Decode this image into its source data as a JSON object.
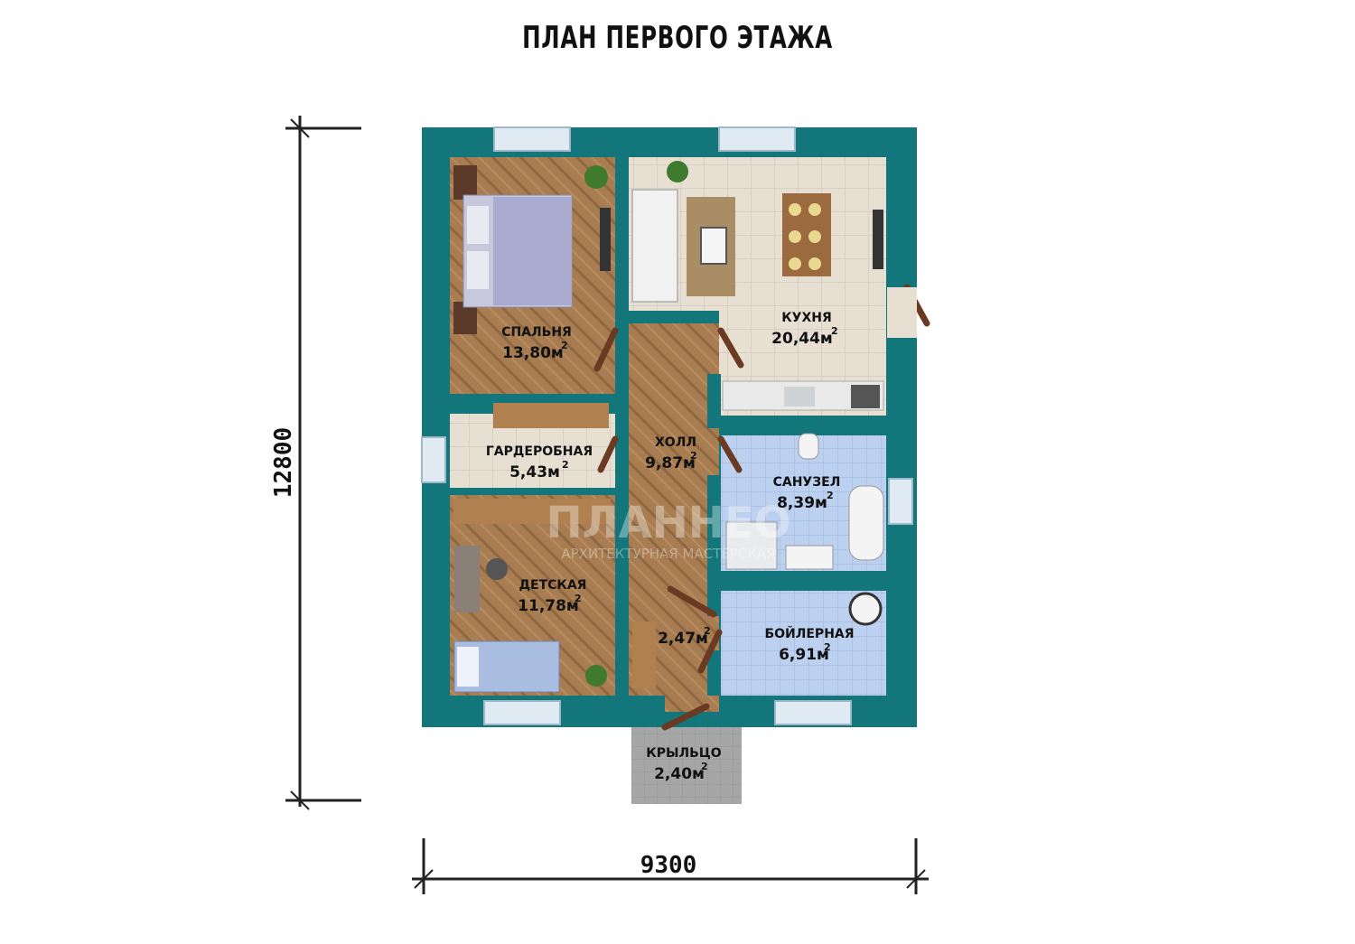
{
  "title": "ПЛАН ПЕРВОГО ЭТАЖА",
  "dimensions": {
    "width": "9300",
    "height": "12800"
  },
  "rooms": {
    "bedroom": {
      "name": "СПАЛЬНЯ",
      "area": "13,80м"
    },
    "kitchen": {
      "name": "КУХНЯ",
      "area": "20,44м"
    },
    "wardrobe": {
      "name": "ГАРДЕРОБНАЯ",
      "area": "5,43м"
    },
    "hall": {
      "name": "ХОЛЛ",
      "area": "9,87м"
    },
    "bathroom": {
      "name": "САНУЗЕЛ",
      "area": "8,39м"
    },
    "kids": {
      "name": "ДЕТСКАЯ",
      "area": "11,78м"
    },
    "closet": {
      "name": "",
      "area": "2,47м"
    },
    "boiler": {
      "name": "БОЙЛЕРНАЯ",
      "area": "6,91м"
    },
    "porch": {
      "name": "КРЫЛЬЦО",
      "area": "2,40м"
    }
  },
  "area_unit_sup": "2",
  "watermark": {
    "brand": "ПЛАННЕО",
    "tagline": "АРХИТЕКТУРНАЯ МАСТЕРСКАЯ"
  },
  "colors": {
    "wall": "#12767a",
    "wood": "#a87d52",
    "tile_beige": "#e4ddd0",
    "tile_blue": "#b9cdee"
  }
}
